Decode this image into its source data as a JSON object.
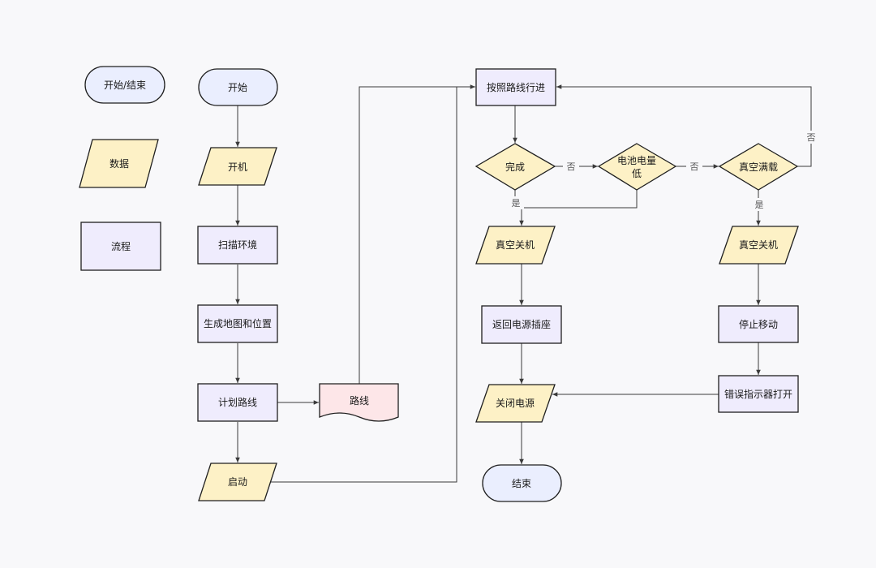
{
  "colors": {
    "terminal": "#eaeefe",
    "data": "#fdf1c6",
    "process": "#efecfd",
    "document": "#fde6e8",
    "decision": "#fdf1c6",
    "stroke": "#1f1f1f",
    "line": "#3a3a3a"
  },
  "legend": {
    "terminal": "开始/结束",
    "data": "数据",
    "process": "流程"
  },
  "nodes": {
    "start": "开始",
    "power_on": "开机",
    "scan": "扫描环境",
    "map": "生成地图和位置",
    "plan": "计划路线",
    "route_doc": "路线",
    "launch": "启动",
    "follow": "按照路线行进",
    "done": "完成",
    "battery_line1": "电池电量",
    "battery_line2": "低",
    "vacuum_full": "真空满载",
    "vac_off_left": "真空关机",
    "return_socket": "返回电源插座",
    "power_off": "关闭电源",
    "end": "结束",
    "vac_off_right": "真空关机",
    "stop": "停止移动",
    "error_light": "错误指示器打开"
  },
  "edges": {
    "done_no": "否",
    "done_yes": "是",
    "battery_no": "否",
    "full_yes": "是",
    "full_no": "否"
  }
}
